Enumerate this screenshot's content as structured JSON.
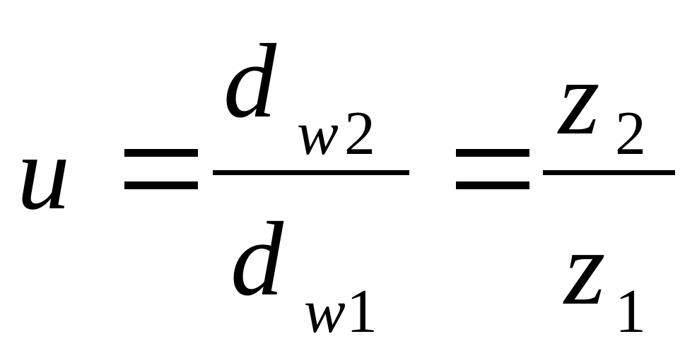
{
  "formula": {
    "lhs": "u",
    "equals": "=",
    "fraction1": {
      "numerator": {
        "base": "d",
        "subscript_var": "w",
        "subscript_num": "2"
      },
      "denominator": {
        "base": "d",
        "subscript_var": "w",
        "subscript_num": "1"
      }
    },
    "fraction2": {
      "numerator": {
        "base": "z",
        "subscript_num": "2"
      },
      "denominator": {
        "base": "z",
        "subscript_num": "1"
      }
    }
  }
}
